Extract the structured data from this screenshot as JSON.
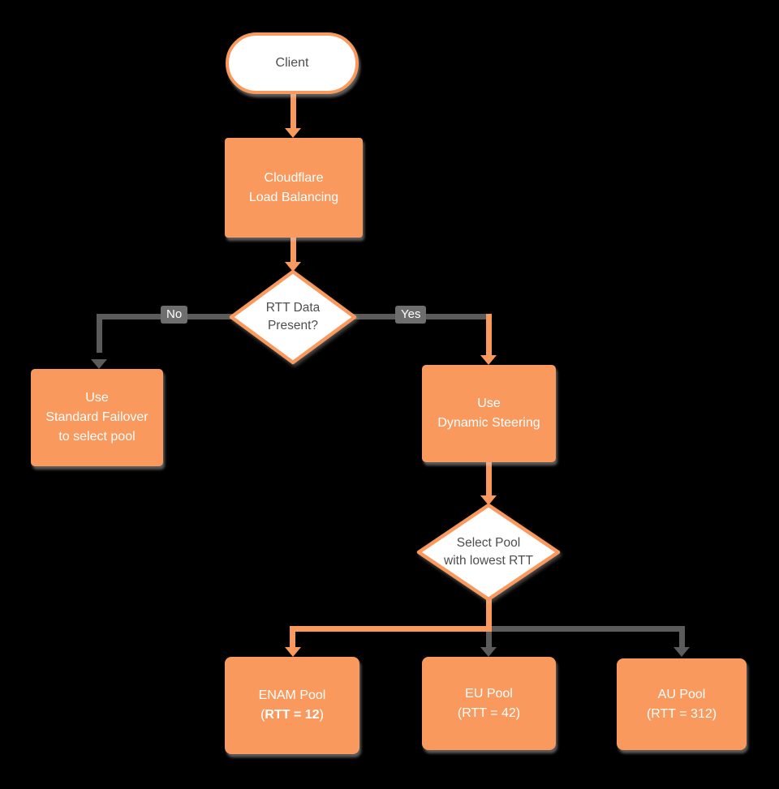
{
  "colors": {
    "background": "#000000",
    "shape_orange": "#F9995D",
    "connector_gray": "#5B5B5B",
    "edge_label_bg": "#6E6E6E",
    "text_on_orange": "#FFFFFF",
    "text_on_white": "#4E4E4E"
  },
  "nodes": {
    "client": {
      "label": "Client"
    },
    "load_balancing": {
      "lines": [
        "Cloudflare",
        "Load Balancing"
      ]
    },
    "rtt_decision": {
      "lines": [
        "RTT Data",
        "Present?"
      ]
    },
    "standard_failover": {
      "lines": [
        "Use",
        "Standard Failover",
        "to select pool"
      ]
    },
    "dynamic_steering": {
      "lines": [
        "Use",
        "Dynamic Steering"
      ]
    },
    "select_pool": {
      "lines": [
        "Select Pool",
        "with lowest RTT"
      ]
    },
    "enam_pool": {
      "line1": "ENAM Pool",
      "rtt_open": "(",
      "rtt_bold": "RTT = 12",
      "rtt_close": ")"
    },
    "eu_pool": {
      "lines": [
        "EU Pool",
        "(RTT = 42)"
      ]
    },
    "au_pool": {
      "lines": [
        "AU Pool",
        "(RTT = 312)"
      ]
    }
  },
  "edges": {
    "no_label": "No",
    "yes_label": "Yes"
  }
}
